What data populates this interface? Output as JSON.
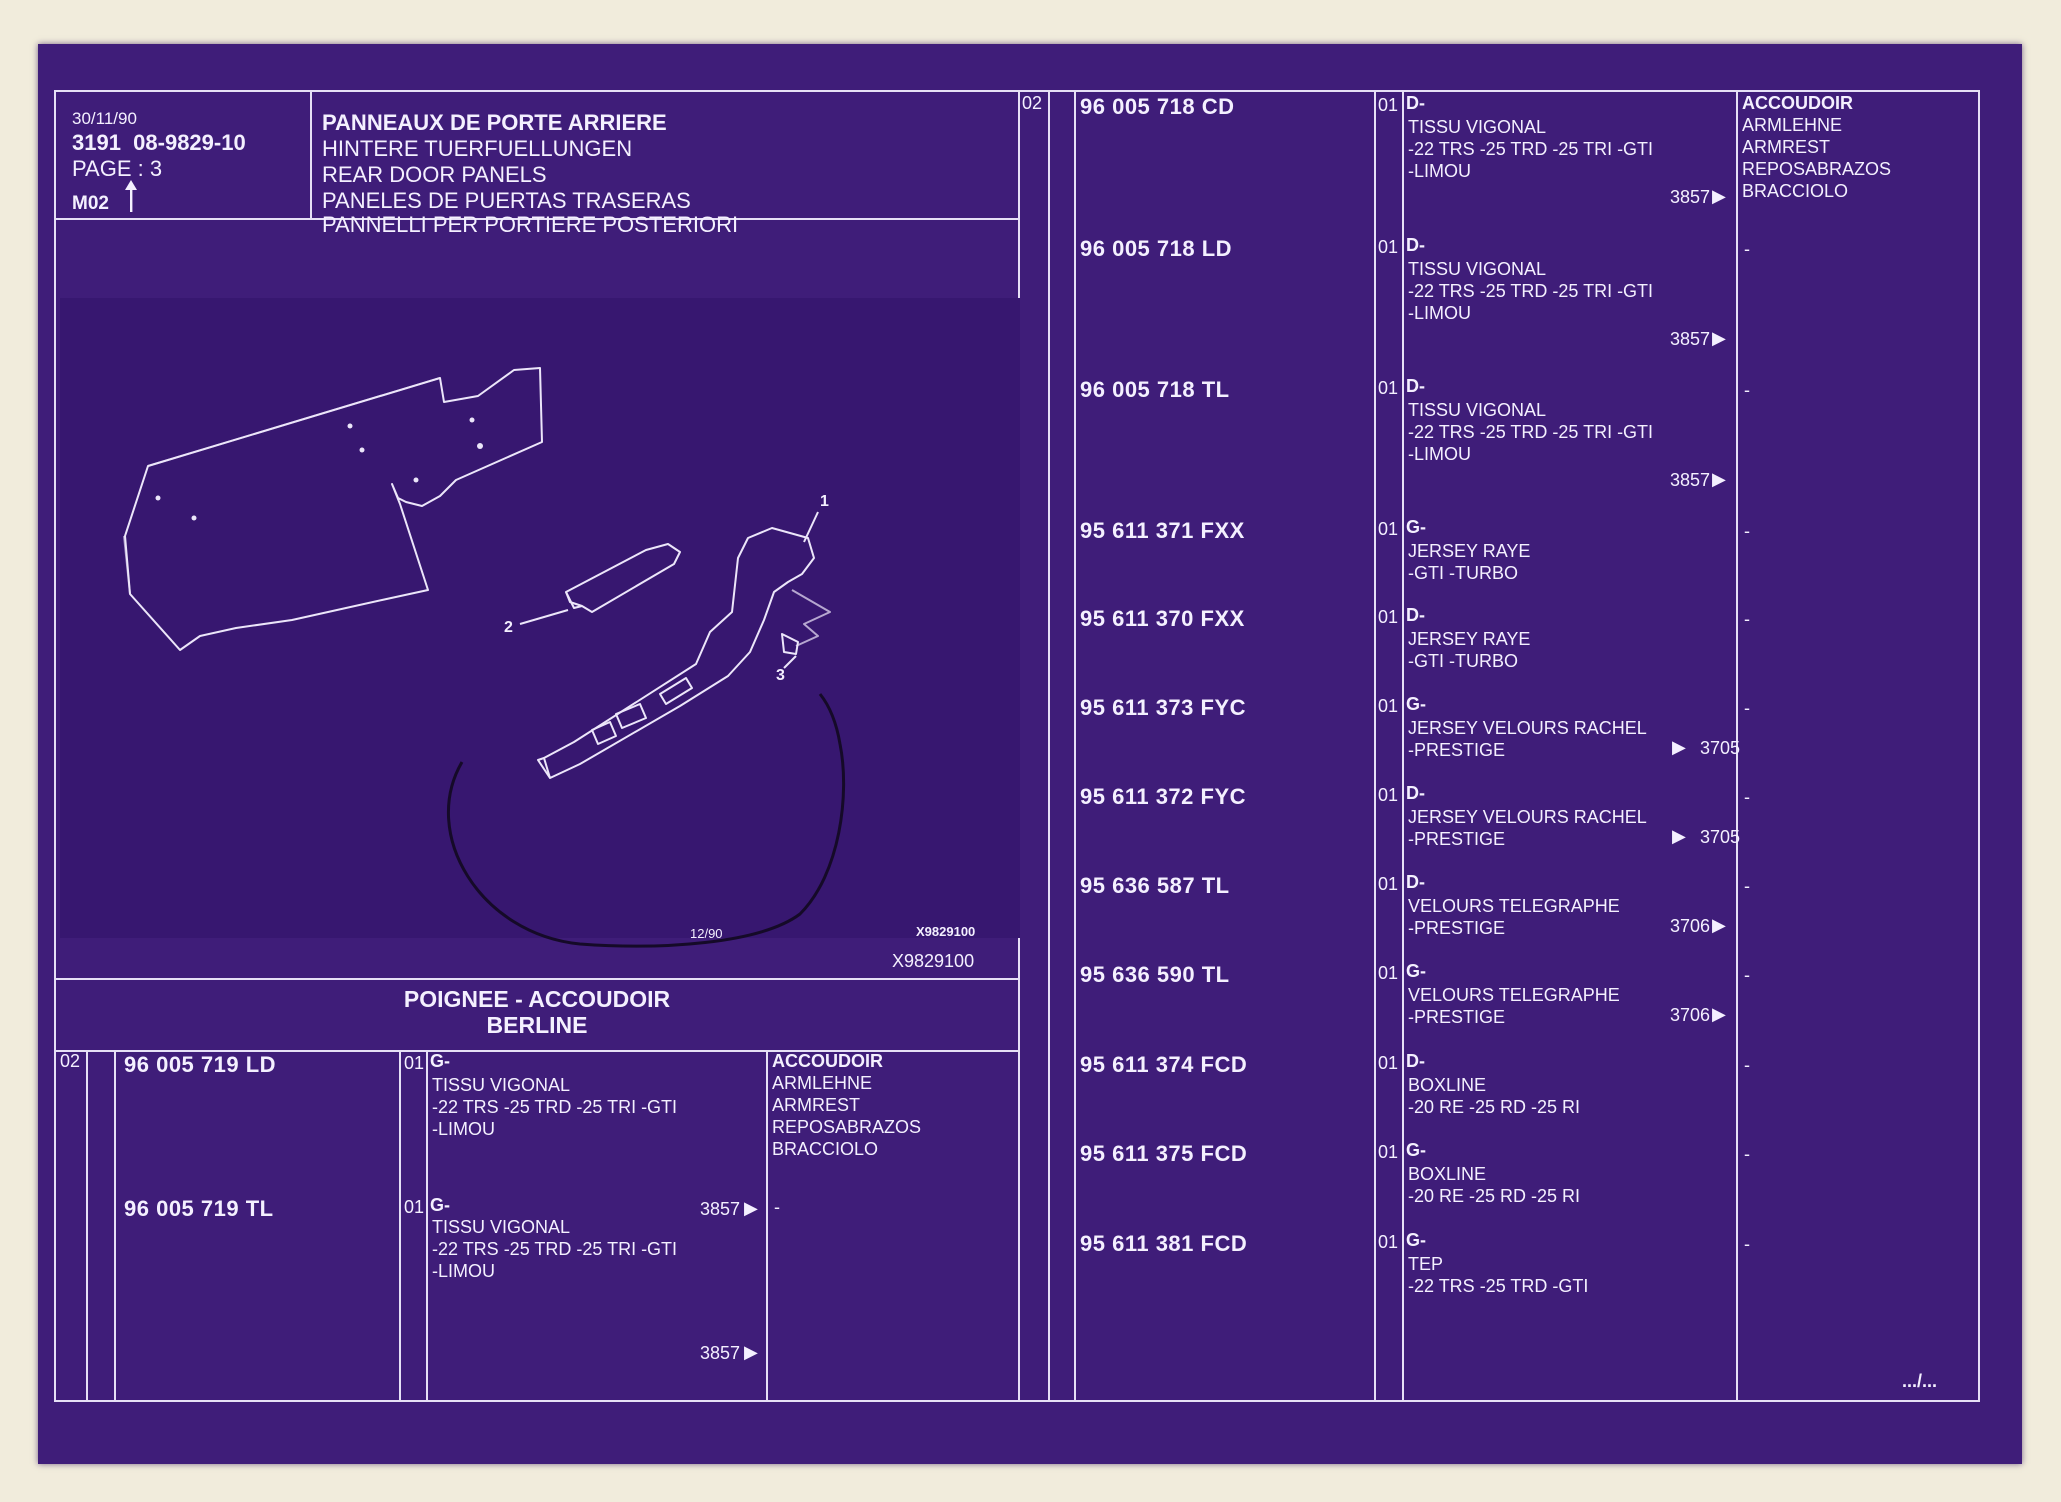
{
  "header": {
    "date": "30/11/90",
    "reference": "3191  08-9829-10",
    "page": "PAGE : 3",
    "model": "M02",
    "model_arrow_icon": "arrow-up-icon",
    "titles": [
      "PANNEAUX DE PORTE ARRIERE",
      "HINTERE TUERFUELLUNGEN",
      "REAR DOOR PANELS",
      "PANELES DE PUERTAS TRASERAS",
      "PANNELLI PER PORTIERE POSTERIORI"
    ]
  },
  "illustration": {
    "callouts": [
      "1",
      "2",
      "3"
    ],
    "stamp": "12/90",
    "small_code": "X9829100",
    "code": "X9829100"
  },
  "section": {
    "title": "POIGNEE - ACCOUDOIR",
    "subtitle": "BERLINE"
  },
  "left_table": {
    "index": "02",
    "rows": [
      {
        "part": "96 005 719 LD",
        "qty": "01",
        "side": "G-",
        "desc": "TISSU VIGONAL\n-22 TRS -25 TRD -25 TRI -GTI\n-LIMOU",
        "ref": "3857"
      },
      {
        "part": "96 005 719 TL",
        "qty": "01",
        "side": "G-",
        "desc": "TISSU VIGONAL\n-22 TRS -25 TRD -25 TRI -GTI\n-LIMOU",
        "ref": "3857"
      }
    ],
    "labels": [
      "ACCOUDOIR",
      "ARMLEHNE",
      "ARMREST",
      "REPOSABRAZOS",
      "BRACCIOLO"
    ],
    "dash": "-"
  },
  "right_table": {
    "index": "02",
    "rows": [
      {
        "part": "96 005 718 CD",
        "qty": "01",
        "side": "D-",
        "desc": "TISSU VIGONAL\n-22 TRS -25 TRD -25 TRI -GTI\n-LIMOU",
        "ref": "3857"
      },
      {
        "part": "96 005 718 LD",
        "qty": "01",
        "side": "D-",
        "desc": "TISSU VIGONAL\n-22 TRS -25 TRD -25 TRI -GTI\n-LIMOU",
        "ref": "3857"
      },
      {
        "part": "96 005 718 TL",
        "qty": "01",
        "side": "D-",
        "desc": "TISSU VIGONAL\n-22 TRS -25 TRD -25 TRI -GTI\n-LIMOU",
        "ref": "3857"
      },
      {
        "part": "95 611 371 FXX",
        "qty": "01",
        "side": "G-",
        "desc": "JERSEY RAYE\n-GTI -TURBO",
        "ref": ""
      },
      {
        "part": "95 611 370 FXX",
        "qty": "01",
        "side": "D-",
        "desc": "JERSEY RAYE\n-GTI -TURBO",
        "ref": ""
      },
      {
        "part": "95 611 373 FYC",
        "qty": "01",
        "side": "G-",
        "desc": "JERSEY VELOURS RACHEL\n-PRESTIGE",
        "ref": "3705"
      },
      {
        "part": "95 611 372 FYC",
        "qty": "01",
        "side": "D-",
        "desc": "JERSEY VELOURS RACHEL\n-PRESTIGE",
        "ref": "3705"
      },
      {
        "part": "95 636 587 TL",
        "qty": "01",
        "side": "D-",
        "desc": "VELOURS TELEGRAPHE\n-PRESTIGE",
        "ref": "3706"
      },
      {
        "part": "95 636 590 TL",
        "qty": "01",
        "side": "G-",
        "desc": "VELOURS TELEGRAPHE\n-PRESTIGE",
        "ref": "3706"
      },
      {
        "part": "95 611 374 FCD",
        "qty": "01",
        "side": "D-",
        "desc": "BOXLINE\n-20 RE -25 RD -25 RI",
        "ref": ""
      },
      {
        "part": "95 611 375 FCD",
        "qty": "01",
        "side": "G-",
        "desc": "BOXLINE\n-20 RE -25 RD -25 RI",
        "ref": ""
      },
      {
        "part": "95 611 381 FCD",
        "qty": "01",
        "side": "G-",
        "desc": "TEP\n-22 TRS -25 TRD -GTI",
        "ref": ""
      }
    ],
    "labels": [
      "ACCOUDOIR",
      "ARMLEHNE",
      "ARMREST",
      "REPOSABRAZOS",
      "BRACCIOLO"
    ],
    "dash": "-",
    "continuation": ".../..."
  },
  "colors": {
    "sheet": "#3f1d79",
    "ink": "#f4f0ff",
    "paper": "#f1ecdc"
  }
}
